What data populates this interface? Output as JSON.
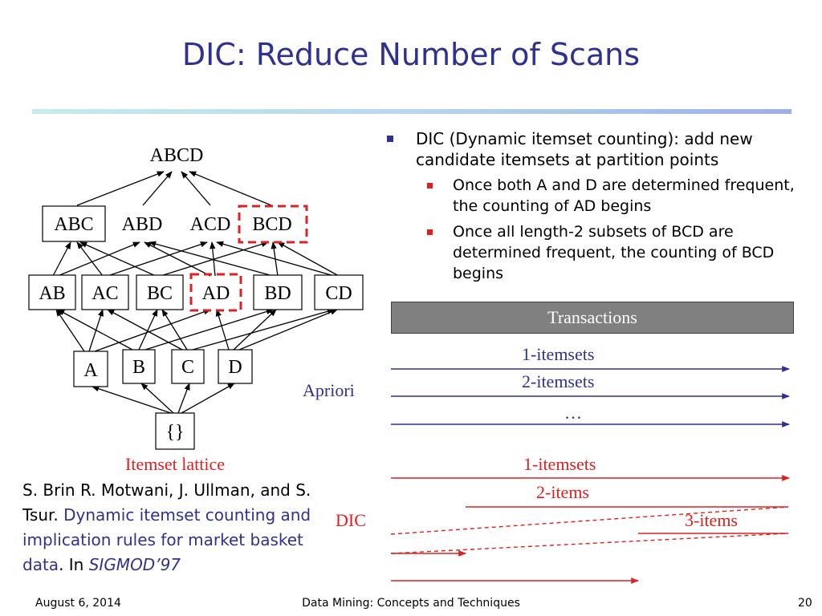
{
  "slide": {
    "title": "DIC: Reduce Number of Scans"
  },
  "lattice": {
    "top": "ABCD",
    "level3": [
      "ABC",
      "ABD",
      "ACD",
      "BCD"
    ],
    "level2": [
      "AB",
      "AC",
      "BC",
      "AD",
      "BD",
      "CD"
    ],
    "level1": [
      "A",
      "B",
      "C",
      "D"
    ],
    "empty": "{}",
    "caption": "Itemset lattice",
    "highlighted": [
      "BCD",
      "AD"
    ],
    "highlight_color": "#e02020"
  },
  "bullets": {
    "main": "DIC (Dynamic itemset counting): add new candidate itemsets at partition points",
    "sub": [
      "Once both A and D are determined frequent, the counting of AD begins",
      "Once all length-2 subsets of BCD are determined frequent, the counting of BCD begins"
    ]
  },
  "scan_diagram": {
    "transactions_label": "Transactions",
    "apriori": {
      "label": "Apriori",
      "color": "#2e3192",
      "passes": [
        "1-itemsets",
        "2-itemsets",
        "…"
      ]
    },
    "dic": {
      "label": "DIC",
      "color": "#e02020",
      "passes": [
        "1-itemsets",
        "2-items",
        "3-items"
      ]
    }
  },
  "citation": {
    "authors": "S. Brin R. Motwani, J. Ullman, and S. Tsur.",
    "paper": "Dynamic itemset counting and implication rules for market basket data",
    "in_text": ". In",
    "venue": "SIGMOD’97"
  },
  "footer": {
    "date": "August 6, 2014",
    "center": "Data Mining: Concepts and Techniques",
    "page": "20"
  }
}
